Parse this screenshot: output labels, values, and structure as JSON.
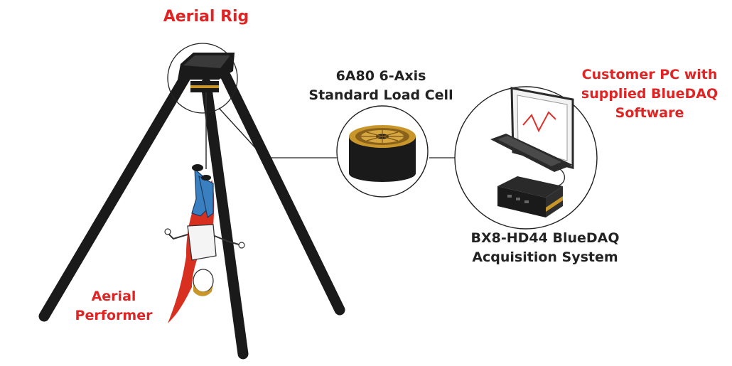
{
  "labels": {
    "aerial_rig": "Aerial Rig",
    "load_cell_line1": "6A80 6-Axis",
    "load_cell_line2": "Standard Load Cell",
    "customer_pc_line1": "Customer PC with",
    "customer_pc_line2": "supplied BlueDAQ",
    "customer_pc_line3": "Software",
    "daq_line1": "BX8-HD44 BlueDAQ",
    "daq_line2": "Acquisition System",
    "performer_line1": "Aerial",
    "performer_line2": "Performer"
  },
  "colors": {
    "label_red": "#e02424",
    "label_dark": "#222222",
    "rig_black": "#1a1a1a",
    "gold": "#c9962a",
    "cape_red": "#d83020",
    "jeans_blue": "#3a7fc0",
    "chart_line_red": "#e0302a"
  },
  "icons": [
    "tripod-rig-icon",
    "load-cell-icon",
    "laptop-icon",
    "daq-box-icon",
    "performer-figure-icon"
  ]
}
